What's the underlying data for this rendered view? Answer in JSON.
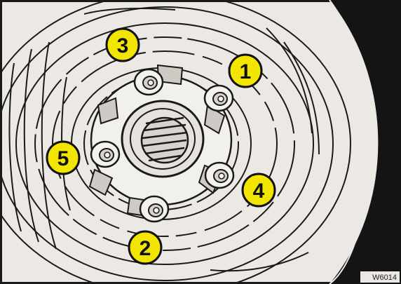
{
  "diagram": {
    "nut_labels": [
      {
        "id": "nut-1",
        "text": "1"
      },
      {
        "id": "nut-2",
        "text": "2"
      },
      {
        "id": "nut-3",
        "text": "3"
      },
      {
        "id": "nut-4",
        "text": "4"
      },
      {
        "id": "nut-5",
        "text": "5"
      }
    ],
    "figure_code": "W6014",
    "colors": {
      "badge_fill": "#f2e600",
      "line": "#1a1a1a",
      "tyre": "#141414",
      "background": "#ece9e4"
    }
  }
}
